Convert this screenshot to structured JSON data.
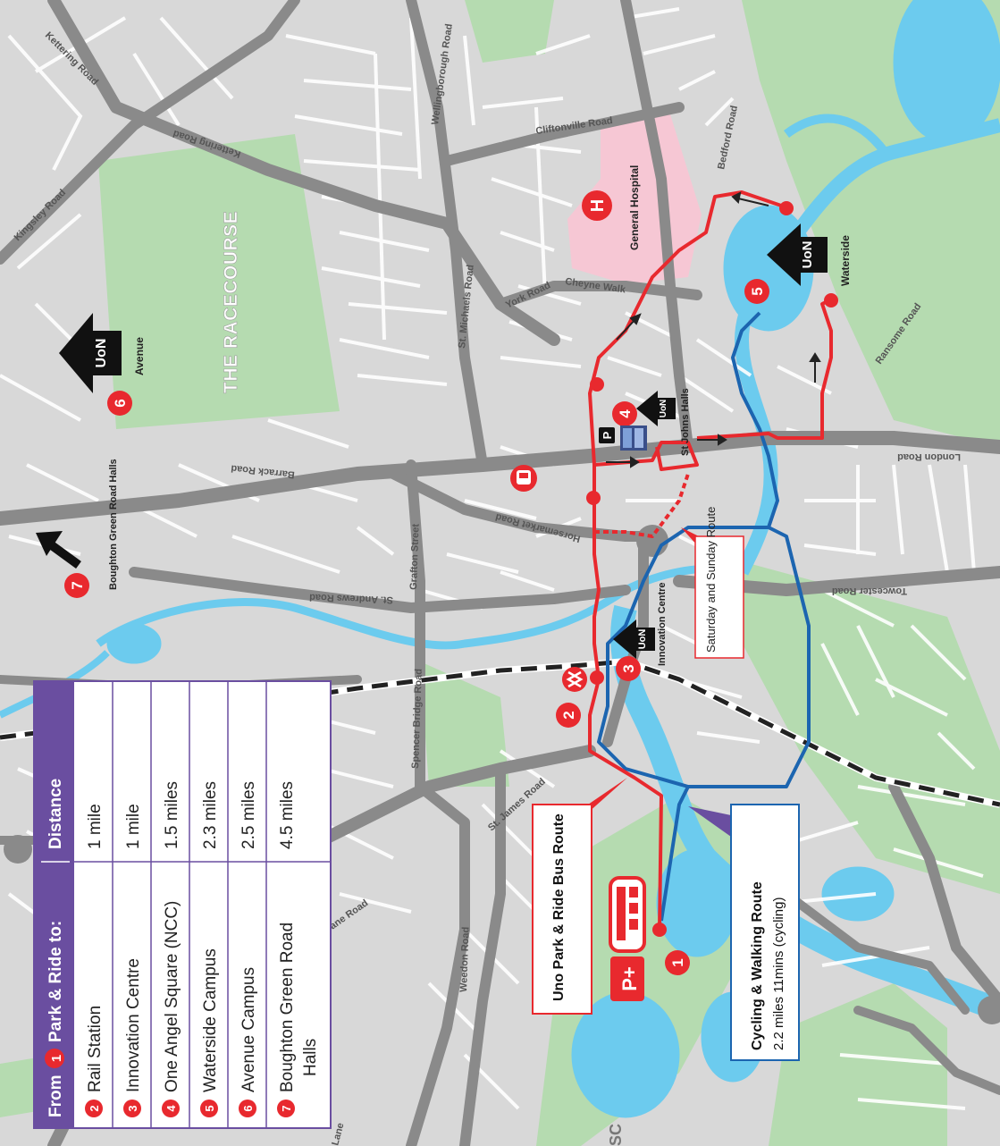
{
  "colors": {
    "background": "#d8d8d8",
    "park": "#b5dbb0",
    "water": "#6ccbee",
    "road": "#8a8a8a",
    "minor_road": "#ffffff",
    "bus_route": "#e8292e",
    "cycle_route": "#1c65b0",
    "accent_purple": "#6a4ea0",
    "hospital": "#f6c7d4"
  },
  "road_labels": {
    "kettering_road_top": "Kettering Road",
    "kettering_road": "Kettering Road",
    "kingsley_road": "Kingsley Road",
    "wellingborough_road": "Wellingborough Road",
    "cliftonville_road": "Cliftonville Road",
    "bedford_road": "Bedford Road",
    "st_michaels_road": "St. Michaels Road",
    "york_road": "York Road",
    "cheyne_walk": "Cheyne Walk",
    "barrack_road": "Barrack Road",
    "horsemarket_road": "Horsemarket Road",
    "grafton_street": "Grafton Street",
    "st_andrews_road": "St. Andrews Road",
    "spencer_bridge_road": "Spencer Bridge Road",
    "st_james_road": "St. James Road",
    "weedon_road": "Weedon Road",
    "ane_road": "ane Road",
    "london_road": "London Road",
    "towcester_road": "Towcester Road",
    "ransome_road": "Ransome Road",
    "lane_fragment": "Lane",
    "bottom_fragment": "SC"
  },
  "areas": {
    "racecourse": "THE RACECOURSE",
    "general_hospital": "General Hospital"
  },
  "locations": {
    "waterside": "Waterside",
    "avenue": "Avenue",
    "st_johns_halls": "St Johns Halls",
    "innovation_centre": "Innovation Centre",
    "boughton_green_road_halls": "Boughton Green Road Halls"
  },
  "markers": {
    "hospital": "H",
    "uon_top": "UoN",
    "parking": "P",
    "park_and_ride": "P+",
    "numbers": [
      "1",
      "2",
      "3",
      "4",
      "5",
      "6",
      "7"
    ]
  },
  "labels": {
    "weekend_route": "Saturday and Sunday Route",
    "bus_route": "Uno Park & Ride Bus Route",
    "cycling_route": "Cycling & Walking Route",
    "cycling_time": "2.2 miles 11mins (cycling)"
  },
  "distance_table": {
    "header_prefix": "From",
    "header_number": "1",
    "header_suffix": "Park & Ride to:",
    "distance_header": "Distance",
    "rows": [
      {
        "num": "2",
        "destination": "Rail Station",
        "distance": "1 mile"
      },
      {
        "num": "3",
        "destination": "Innovation Centre",
        "distance": "1 mile"
      },
      {
        "num": "4",
        "destination": "One Angel Square (NCC)",
        "distance": "1.5 miles"
      },
      {
        "num": "5",
        "destination": "Waterside Campus",
        "distance": "2.3 miles"
      },
      {
        "num": "6",
        "destination": "Avenue Campus",
        "distance": "2.5 miles"
      },
      {
        "num": "7",
        "destination": "Boughton Green Road Halls",
        "distance": "4.5 miles"
      }
    ]
  }
}
